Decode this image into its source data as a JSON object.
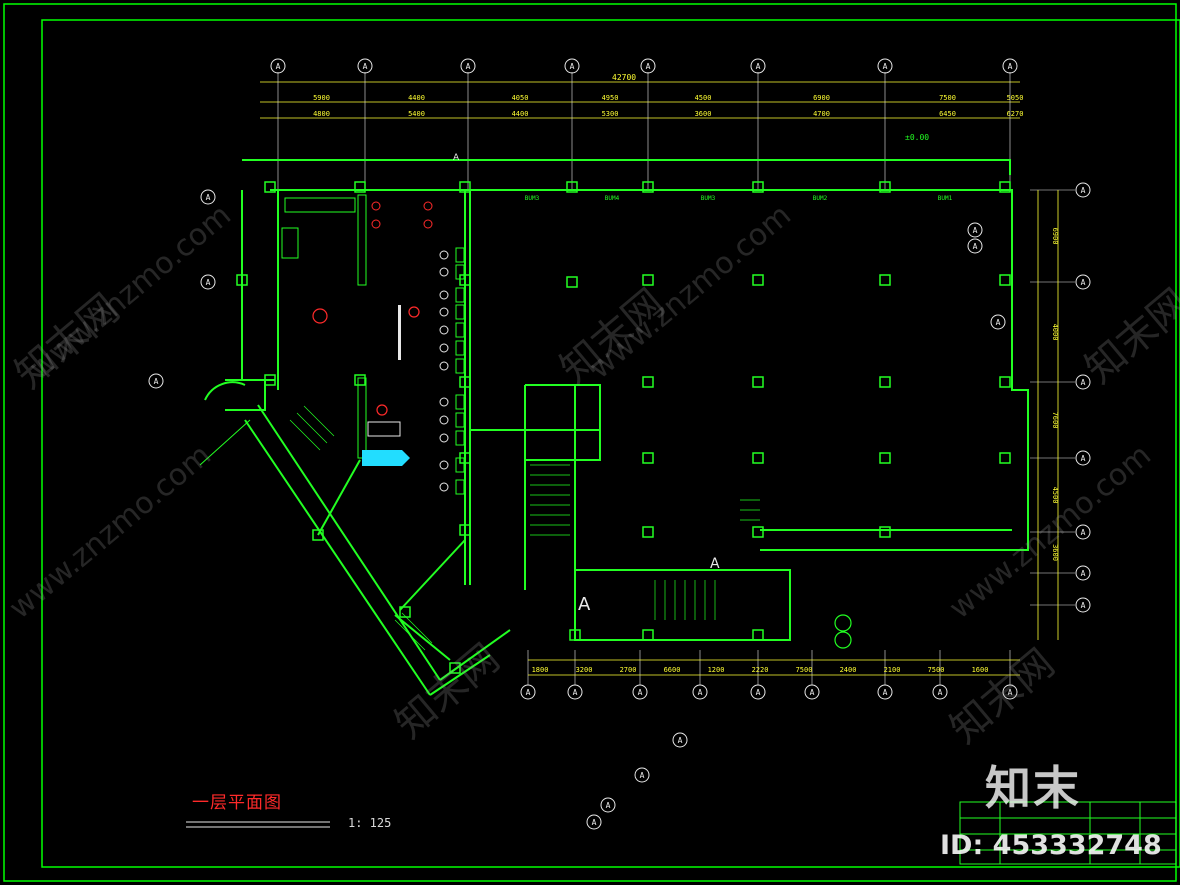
{
  "drawing": {
    "title": "一层平面图",
    "scale": "1: 125",
    "axis_label": "A",
    "stair_label": "A",
    "total_dimension": "42700",
    "top_dimensions_upper": [
      "5900",
      "4400",
      "4050",
      "4950",
      "4500",
      "6900",
      "7500",
      "5050"
    ],
    "top_dimensions_lower": [
      "4800",
      "5400",
      "4400",
      "5300",
      "3600",
      "4700",
      "6450",
      "6270"
    ],
    "bottom_dimensions": [
      "1800",
      "3200",
      "2700",
      "6600",
      "1200",
      "2220",
      "7500",
      "2400",
      "2100",
      "7500",
      "1600"
    ],
    "right_dimensions": [
      "6900",
      "4000",
      "7600",
      "4500",
      "3600"
    ],
    "elevation": "±0.00",
    "room_labels": [
      "BUM3",
      "BUM4",
      "BUM3",
      "BUM2",
      "BUM1"
    ]
  },
  "watermark": {
    "brand": "知末",
    "id": "ID: 453332748",
    "site": "www.znzmo.com",
    "brand_cn": "知末网"
  },
  "colors": {
    "background": "#000000",
    "border": "#00ff00",
    "wall": "#22ff22",
    "axis": "#e8e8e8",
    "dimension": "#ffff33",
    "title": "#ff2a2a",
    "cyan_element": "#22ddff"
  }
}
